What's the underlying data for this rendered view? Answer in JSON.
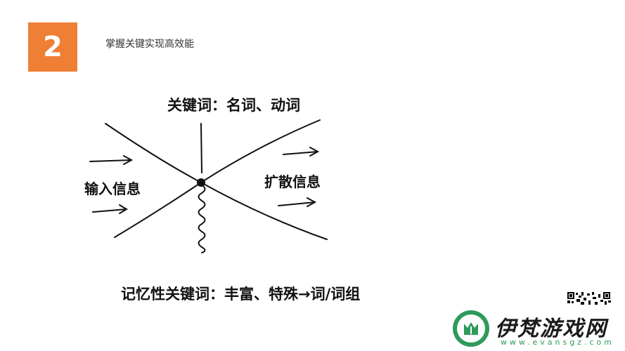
{
  "header": {
    "number": "2",
    "title": "掌握关键实现高效能"
  },
  "diagram": {
    "top_label": "关键词：名词、动词",
    "left_label": "输入信息",
    "right_label": "扩散信息",
    "bottom_label": "记忆性关键词：丰富、特殊→词/词组"
  },
  "watermark": {
    "name": "伊梵游戏网",
    "url": "www.evansgz.com"
  },
  "colors": {
    "badge": "#ee7f35",
    "watermark_green": "#2f9a5a"
  }
}
